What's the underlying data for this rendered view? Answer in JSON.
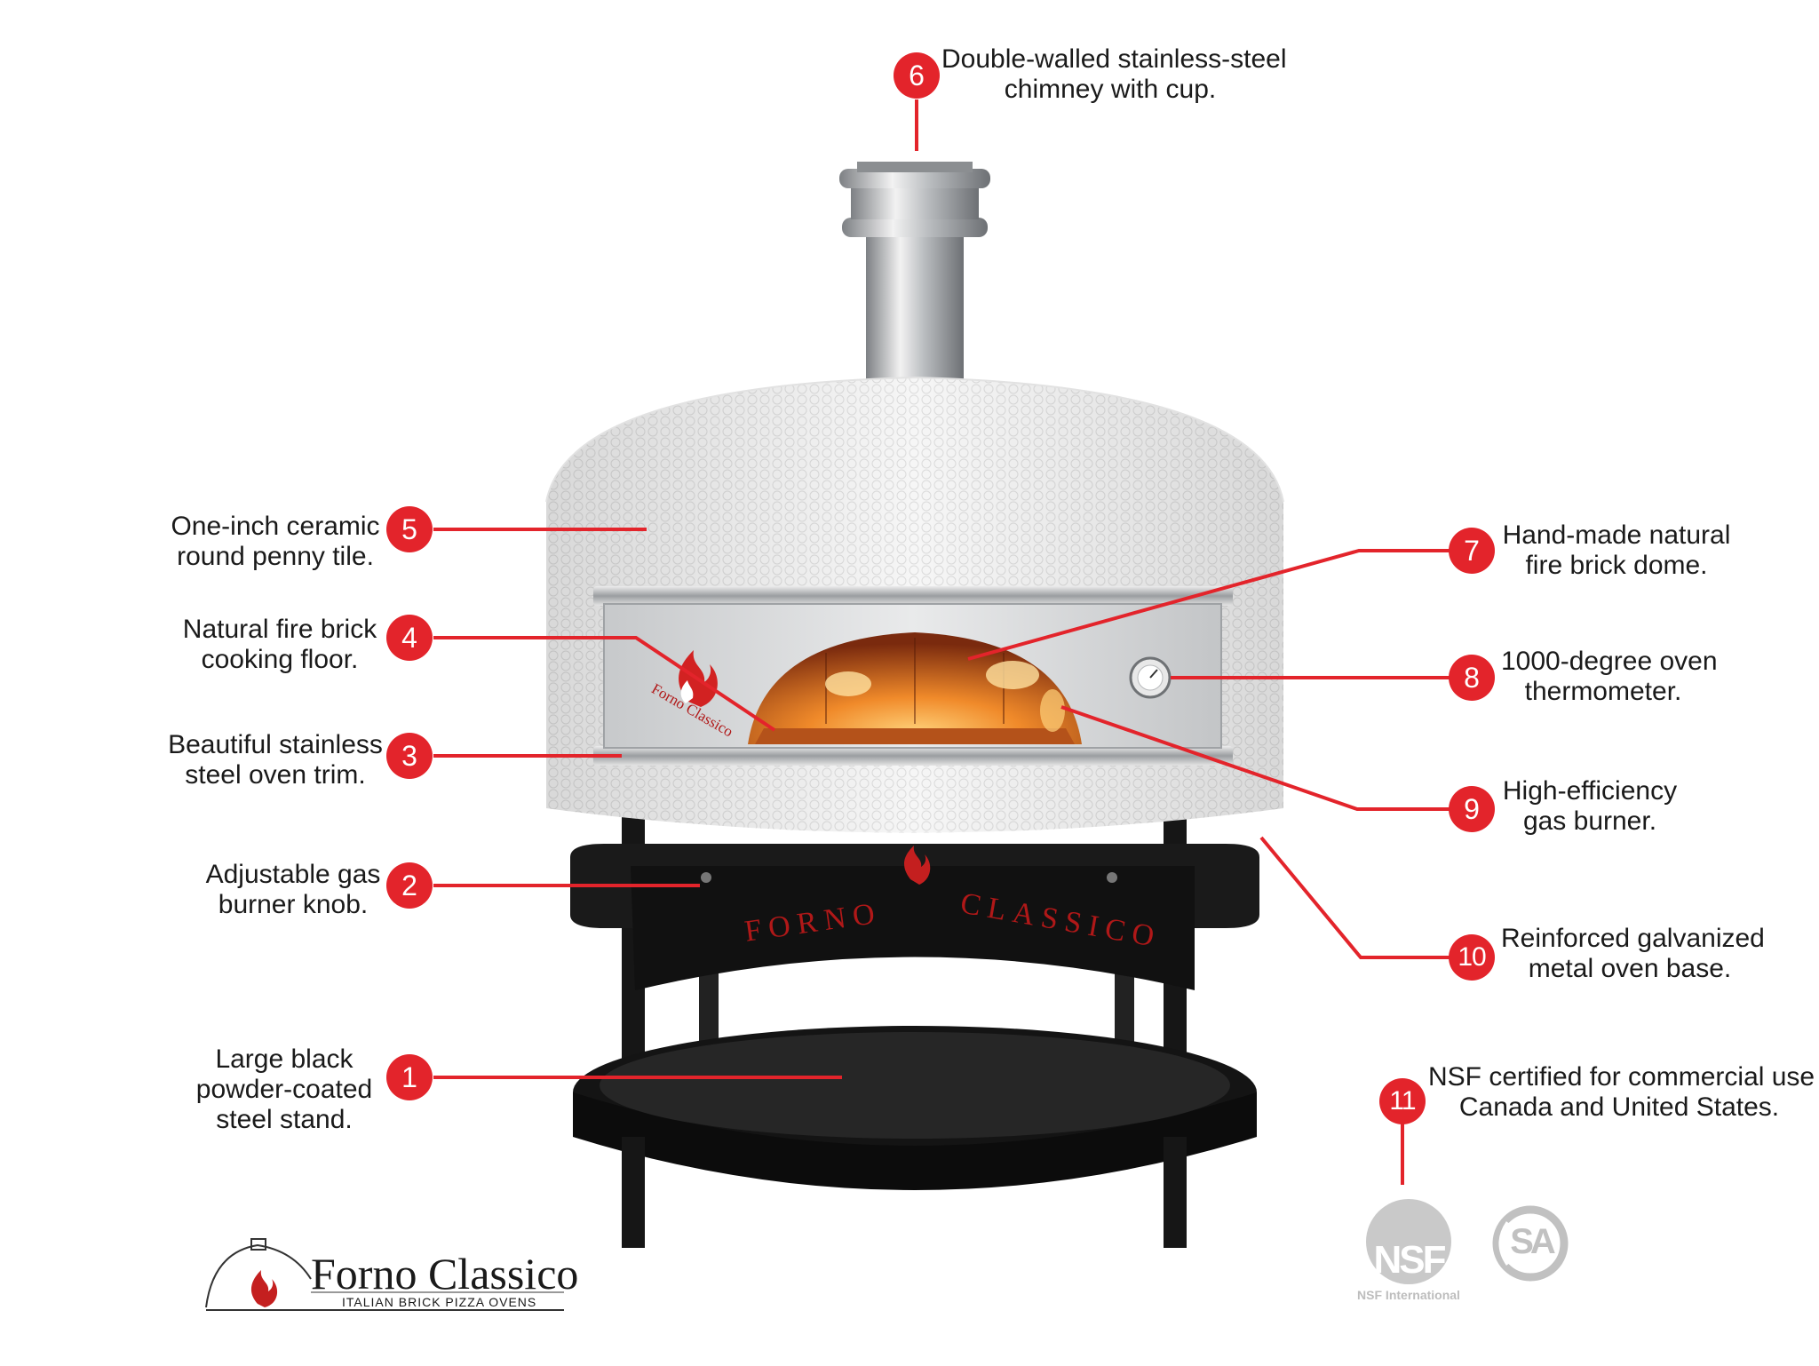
{
  "callouts": [
    {
      "num": "1",
      "text": [
        "Large black",
        "powder-coated",
        "steel stand."
      ]
    },
    {
      "num": "2",
      "text": [
        "Adjustable gas",
        "burner knob."
      ]
    },
    {
      "num": "3",
      "text": [
        "Beautiful stainless",
        "steel oven trim."
      ]
    },
    {
      "num": "4",
      "text": [
        "Natural fire brick",
        "cooking floor."
      ]
    },
    {
      "num": "5",
      "text": [
        "One-inch ceramic",
        "round penny tile."
      ]
    },
    {
      "num": "6",
      "text": [
        "Double-walled stainless-steel",
        "chimney with cup."
      ]
    },
    {
      "num": "7",
      "text": [
        "Hand-made natural",
        "fire brick dome."
      ]
    },
    {
      "num": "8",
      "text": [
        "1000-degree oven",
        "thermometer."
      ]
    },
    {
      "num": "9",
      "text": [
        "High-efficiency",
        "gas burner."
      ]
    },
    {
      "num": "10",
      "text": [
        "Reinforced galvanized",
        "metal oven base."
      ]
    },
    {
      "num": "11",
      "text": [
        "NSF certified for commercial use in",
        "Canada and United States."
      ]
    }
  ],
  "stand_lettering": {
    "left": "FORNO",
    "right": "CLASSICO"
  },
  "door_lettering": "Forno Classico",
  "logo": {
    "title": "Forno Classico",
    "subtitle": "ITALIAN BRICK PIZZA OVENS"
  },
  "certifications": {
    "nsf_mark": "NSF",
    "nsf_caption": "NSF International",
    "csa_mark": "SA"
  },
  "colors": {
    "accent": "#e3242b",
    "stand": "#161616",
    "tile": "#f4f4f4",
    "steel": "#c9cbcd",
    "fire": "#e86a1a"
  }
}
